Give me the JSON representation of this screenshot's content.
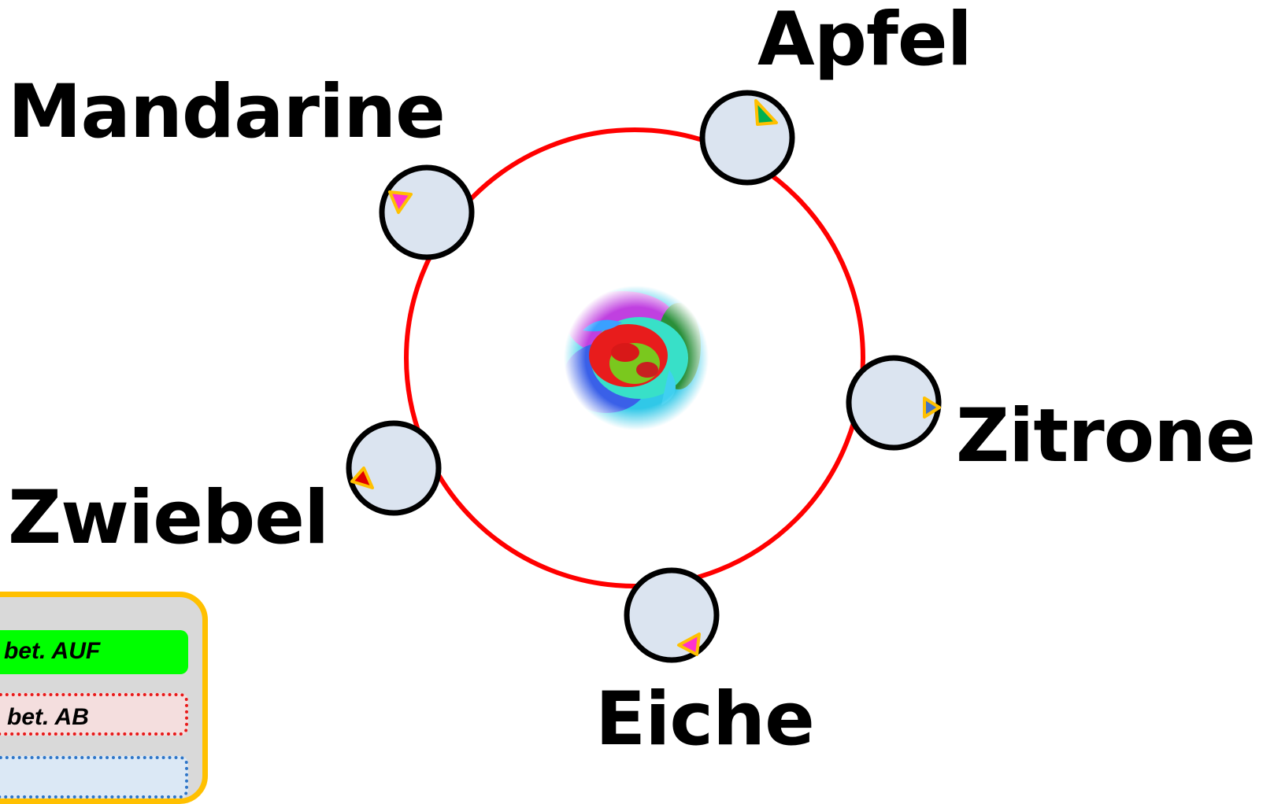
{
  "labels": {
    "apfel": "Apfel",
    "mandarine": "Mandarine",
    "zitrone": "Zitrone",
    "zwiebel": "Zwiebel",
    "eiche": "Eiche"
  },
  "legend": {
    "row_auf": "bet. AUF",
    "row_ab": "bet. AB"
  },
  "colors": {
    "ring": "#ff0000",
    "node_fill": "#dbe4f0",
    "node_stroke": "#000000",
    "marker_outline": "#ffc000",
    "marker_apfel": "#00b050",
    "marker_mandarine": "#ff33cc",
    "marker_zitrone": "#4472c4",
    "marker_zwiebel": "#e00000",
    "marker_eiche": "#ff33cc",
    "legend_border": "#ffc000",
    "legend_bg": "#d9d9d9"
  },
  "center_image": "flower-photo"
}
